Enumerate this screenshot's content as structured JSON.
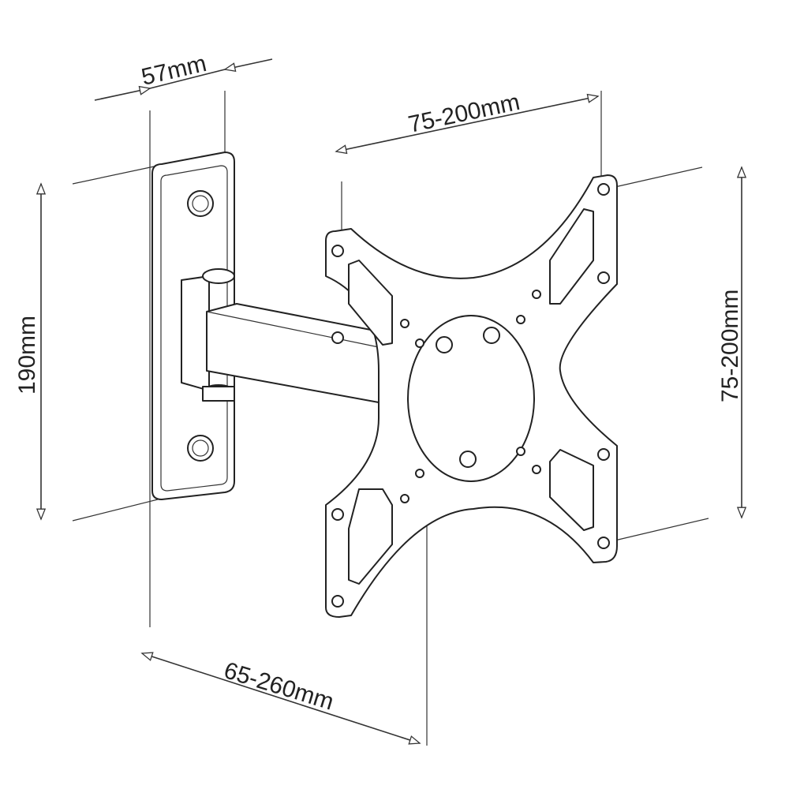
{
  "dimensions": {
    "depth_wall_plate": "57mm",
    "vesa_horizontal": "75-200mm",
    "vesa_vertical": "75-200mm",
    "wall_plate_height": "190mm",
    "extension": "65-260mm"
  },
  "colors": {
    "line": "#222222",
    "background": "#ffffff"
  }
}
